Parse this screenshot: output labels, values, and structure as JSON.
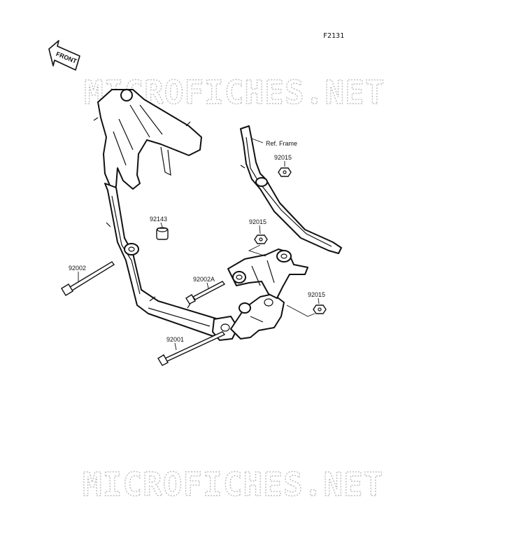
{
  "figure_code": "F2131",
  "front_label": "FRONT",
  "watermark_top": "MICROFICHES.NET",
  "watermark_bottom": "MICROFICHES.NET",
  "ref_label": "Ref. Frame",
  "parts": {
    "p92015_a": "92015",
    "p92015_b": "92015",
    "p92015_c": "92015",
    "p92143": "92143",
    "p92002": "92002",
    "p92002A": "92002A",
    "p92001": "92001"
  }
}
